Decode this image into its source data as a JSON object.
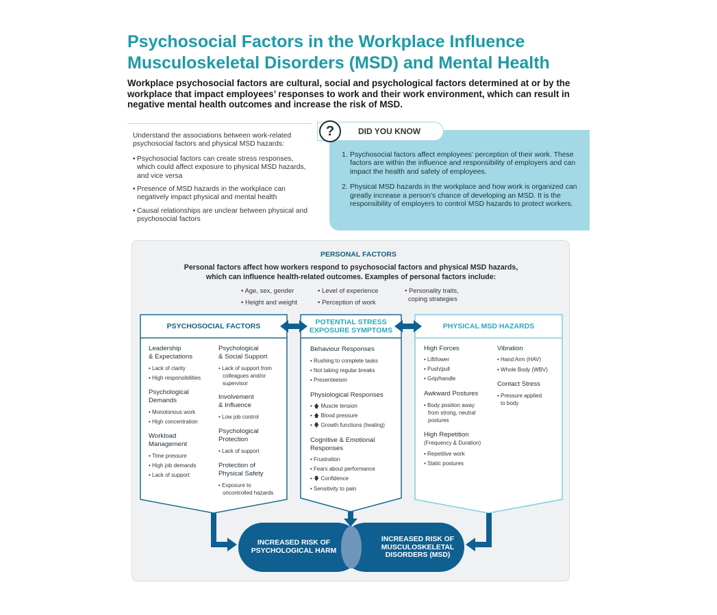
{
  "header": {
    "title_line1": "Psychosocial Factors in the Workplace Influence",
    "title_line2": "Musculoskeletal Disorders (MSD) and Mental Health",
    "subtitle": "Workplace psychosocial factors are cultural, social and psychological factors determined at or by the workplace that impact employees’ responses to work and their work environment, which can result in negative mental health outcomes and increase the risk of MSD."
  },
  "associations": {
    "intro": "Understand the associations between work-related psychosocial factors and physical MSD hazards:",
    "items": [
      "Psychosocial factors can create stress responses, which could affect exposure to physical MSD hazards, and vice versa",
      "Presence of MSD hazards in the workplace can negatively impact physical and mental health",
      "Causal relationships are unclear between physical and psychosocial factors"
    ]
  },
  "did_you_know": {
    "icon_glyph": "?",
    "label": "DID YOU KNOW",
    "items": [
      {
        "num": "1.",
        "text": "Psychosocial factors affect employees’ perception of their work. These factors are within the influence and responsibility of employers and can impact the health and safety of employees."
      },
      {
        "num": "2.",
        "text": "Physical MSD hazards in the workplace and how work is organized can greatly increase a person’s chance of developing an MSD. It is the responsibility of employers to control MSD hazards to protect workers."
      }
    ]
  },
  "personal_factors": {
    "title": "PERSONAL FACTORS",
    "description_line1": "Personal factors affect how workers respond to psychosocial factors and physical MSD hazards,",
    "description_line2": "which can influence health-related outcomes. Examples of personal factors include:",
    "items": [
      "• Age, sex, gender",
      "• Height and weight",
      "• Level of experience",
      "• Perception of work",
      "• Personality traits,",
      "coping strategies"
    ]
  },
  "psychosocial": {
    "title": "PSYCHOSOCIAL FACTORS",
    "left": [
      {
        "h": "Leadership",
        "h2": "& Expectations",
        "items": [
          "• Lack of clarity",
          "• High responsibilities"
        ]
      },
      {
        "h": "Psychological",
        "h2": "Demands",
        "items": [
          "• Monotonous work",
          "• High concentration"
        ]
      },
      {
        "h": "Workload",
        "h2": "Management",
        "items": [
          "• Time pressure",
          "• High job demands",
          "• Lack of support"
        ]
      }
    ],
    "right": [
      {
        "h": "Psychological",
        "h2": "& Social Support",
        "items": [
          "• Lack of support from",
          "colleagues and/or",
          "supervisor"
        ]
      },
      {
        "h": "Involvement",
        "h2": "& Influence",
        "items": [
          "• Low job control"
        ]
      },
      {
        "h": "Psychological",
        "h2": "Protection",
        "items": [
          "• Lack of support"
        ]
      },
      {
        "h": "Protection of",
        "h2": "Physical Safety",
        "items": [
          "• Exposure to",
          "uncontrolled hazards"
        ]
      }
    ]
  },
  "stress": {
    "title_line1": "POTENTIAL STRESS",
    "title_line2": "EXPOSURE SYMPTOMS",
    "groups": [
      {
        "h": "Behaviour Responses",
        "items": [
          "• Rushing to complete tasks",
          "• Not taking regular breaks",
          "• Presenteeism"
        ]
      },
      {
        "h": "Physiological Responses",
        "items": [
          "Muscle tension",
          "Blood pressure",
          "Growth functions (healing)"
        ]
      },
      {
        "h": "Cognitive & Emotional",
        "h2": "Responses",
        "items": [
          "• Frustration",
          "• Fears about performance",
          "Confidence",
          "• Sensitivity to pain"
        ]
      }
    ],
    "arrow_up": "🡅",
    "arrow_down": "🡇"
  },
  "physical": {
    "title": "PHYSICAL MSD HAZARDS",
    "left": [
      {
        "h": "High Forces",
        "items": [
          "• Lift/lower",
          "• Push/pull",
          "• Grip/handle"
        ]
      },
      {
        "h": "Awkward Postures",
        "items": [
          "• Body position away",
          "from strong, neutral",
          "postures"
        ]
      },
      {
        "h": "High Repetition",
        "h2": "(Frequency & Duration)",
        "items": [
          "• Repetitive work",
          "• Static postures"
        ]
      }
    ],
    "right": [
      {
        "h": "Vibration",
        "items": [
          "• Hand Arm (HAV)",
          "• Whole Body (WBV)"
        ]
      },
      {
        "h": "Contact Stress",
        "items": [
          "• Pressure applied",
          "to body"
        ]
      }
    ]
  },
  "outcomes": {
    "left_line1": "INCREASED RISK OF",
    "left_line2": "PSYCHOLOGICAL HARM",
    "right_line1": "INCREASED RISK OF",
    "right_line2": "MUSCULOSKELETAL",
    "right_line3": "DISORDERS (MSD)"
  },
  "colors": {
    "title_teal": "#1e9aa6",
    "dark_blue": "#17607e",
    "outcome_blue": "#0f5f91",
    "light_blue_box": "#a3d9e6",
    "teal_heading": "#2aa8bd"
  }
}
